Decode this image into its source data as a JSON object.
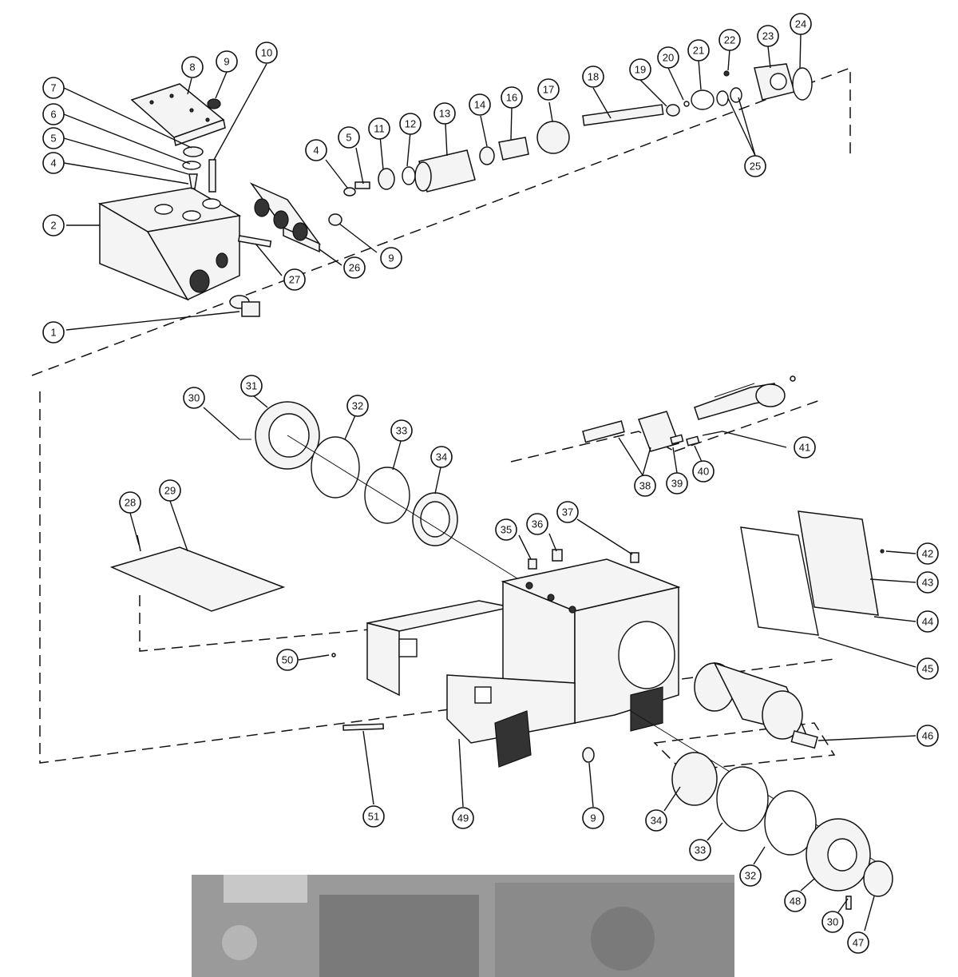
{
  "callouts": [
    {
      "id": "c8",
      "label": "8"
    },
    {
      "id": "c9a",
      "label": "9"
    },
    {
      "id": "c10",
      "label": "10"
    },
    {
      "id": "c7",
      "label": "7"
    },
    {
      "id": "c6",
      "label": "6"
    },
    {
      "id": "c5a",
      "label": "5"
    },
    {
      "id": "c4a",
      "label": "4"
    },
    {
      "id": "c2",
      "label": "2"
    },
    {
      "id": "c1",
      "label": "1"
    },
    {
      "id": "c27",
      "label": "27"
    },
    {
      "id": "c26",
      "label": "26"
    },
    {
      "id": "c9b",
      "label": "9"
    },
    {
      "id": "c4b",
      "label": "4"
    },
    {
      "id": "c5b",
      "label": "5"
    },
    {
      "id": "c11",
      "label": "11"
    },
    {
      "id": "c12",
      "label": "12"
    },
    {
      "id": "c13",
      "label": "13"
    },
    {
      "id": "c14",
      "label": "14"
    },
    {
      "id": "c16",
      "label": "16"
    },
    {
      "id": "c17",
      "label": "17"
    },
    {
      "id": "c18",
      "label": "18"
    },
    {
      "id": "c19",
      "label": "19"
    },
    {
      "id": "c20",
      "label": "20"
    },
    {
      "id": "c21",
      "label": "21"
    },
    {
      "id": "c22",
      "label": "22"
    },
    {
      "id": "c23",
      "label": "23"
    },
    {
      "id": "c24",
      "label": "24"
    },
    {
      "id": "c25",
      "label": "25"
    },
    {
      "id": "c30a",
      "label": "30"
    },
    {
      "id": "c31",
      "label": "31"
    },
    {
      "id": "c32a",
      "label": "32"
    },
    {
      "id": "c33a",
      "label": "33"
    },
    {
      "id": "c34a",
      "label": "34"
    },
    {
      "id": "c28",
      "label": "28"
    },
    {
      "id": "c29",
      "label": "29"
    },
    {
      "id": "c35",
      "label": "35"
    },
    {
      "id": "c36",
      "label": "36"
    },
    {
      "id": "c37",
      "label": "37"
    },
    {
      "id": "c38",
      "label": "38"
    },
    {
      "id": "c39",
      "label": "39"
    },
    {
      "id": "c40",
      "label": "40"
    },
    {
      "id": "c41",
      "label": "41"
    },
    {
      "id": "c42",
      "label": "42"
    },
    {
      "id": "c43",
      "label": "43"
    },
    {
      "id": "c44",
      "label": "44"
    },
    {
      "id": "c45",
      "label": "45"
    },
    {
      "id": "c46",
      "label": "46"
    },
    {
      "id": "c50",
      "label": "50"
    },
    {
      "id": "c51",
      "label": "51"
    },
    {
      "id": "c49",
      "label": "49"
    },
    {
      "id": "c9c",
      "label": "9"
    },
    {
      "id": "c34b",
      "label": "34"
    },
    {
      "id": "c33b",
      "label": "33"
    },
    {
      "id": "c32b",
      "label": "32"
    },
    {
      "id": "c48",
      "label": "48"
    },
    {
      "id": "c30b",
      "label": "30"
    },
    {
      "id": "c47",
      "label": "47"
    }
  ]
}
